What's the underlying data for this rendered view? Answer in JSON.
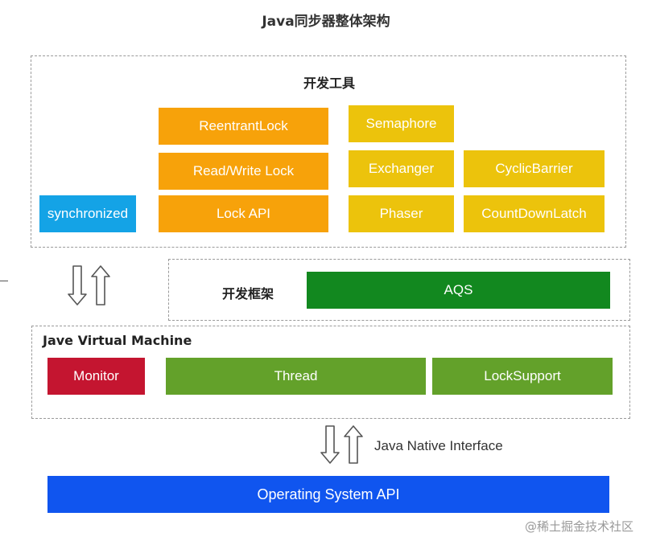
{
  "title": "Java同步器整体架构",
  "dev_tools": {
    "label": "开发工具",
    "reentrant_lock": "ReentrantLock",
    "read_write_lock": "Read/Write Lock",
    "lock_api": "Lock API",
    "semaphore": "Semaphore",
    "exchanger": "Exchanger",
    "cyclic_barrier": "CyclicBarrier",
    "phaser": "Phaser",
    "count_down_latch": "CountDownLatch",
    "synchronized": "synchronized"
  },
  "dev_framework": {
    "label": "开发框架",
    "aqs": "AQS"
  },
  "jvm": {
    "label": "Jave Virtual Machine",
    "monitor": "Monitor",
    "thread": "Thread",
    "lock_support": "LockSupport"
  },
  "jni": {
    "label": "Java Native Interface"
  },
  "os": {
    "label": "Operating System API"
  },
  "watermark": "@稀土掘金技术社区",
  "colors": {
    "lock_orange": "#f7a20a",
    "tool_yellow": "#ecc30c",
    "synchronized_blue": "#14a3e6",
    "aqs_green": "#12881f",
    "jvm_green": "#63a12a",
    "monitor_red": "#c41530",
    "os_blue": "#1055ef"
  },
  "icons": {
    "arrows_left": "up-down-arrows-icon",
    "arrows_jni": "up-down-arrows-icon"
  }
}
